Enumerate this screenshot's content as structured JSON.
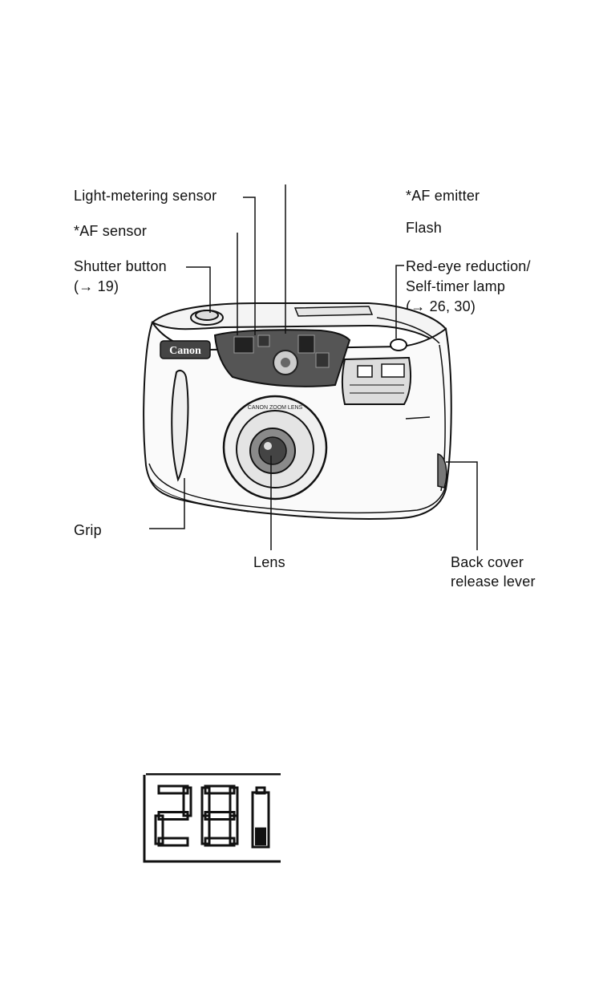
{
  "labels": {
    "light_metering_sensor": "Light-metering sensor",
    "af_sensor": "*AF sensor",
    "shutter_button": "Shutter button",
    "shutter_button_ref": "(→ 19)",
    "af_emitter": "*AF emitter",
    "flash": "Flash",
    "red_eye_line1": "Red-eye reduction/",
    "red_eye_line2": "Self-timer lamp",
    "red_eye_ref": "(→ 26, 30)",
    "grip": "Grip",
    "lens": "Lens",
    "back_cover_line1": "Back cover",
    "back_cover_line2": "release lever"
  },
  "camera": {
    "brand": "Canon",
    "lens_ring_text": "CANON ZOOM LENS"
  },
  "lcd": {
    "digits": "28",
    "battery_level": 0.35
  }
}
